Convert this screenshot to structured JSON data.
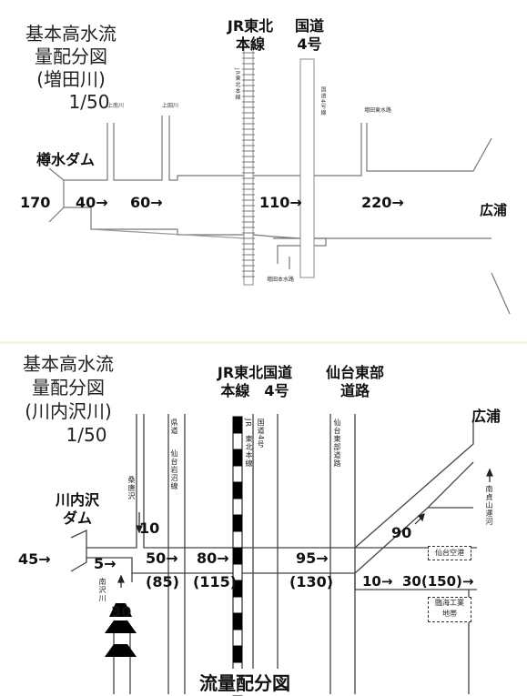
{
  "top": {
    "title": [
      "基本高水流",
      "量配分図",
      "(増田川)",
      "1/50"
    ],
    "dam": "樽水ダム",
    "railway": [
      "JR東北",
      "本線"
    ],
    "route": [
      "国道",
      "4号"
    ],
    "flows": [
      "170",
      "40→",
      "60→",
      "110→",
      "220→"
    ],
    "outlet": "広浦",
    "small_labels": [
      "上南川",
      "上田川",
      "増田東水路",
      "増田本水路"
    ],
    "rail_vertical": "JR東北本線",
    "route_vertical": "国道4号線"
  },
  "bottom": {
    "title": [
      "基本高水流",
      "量配分図",
      "(川内沢川)",
      "1/50"
    ],
    "dam": [
      "川内沢",
      "ダム"
    ],
    "railway_route": [
      "JR東北国道",
      "本線　4号"
    ],
    "highway": [
      "仙台東部",
      "道路"
    ],
    "outlet": "広浦",
    "flows": {
      "inflow": "45→",
      "f5": "5→",
      "f10": "10",
      "f50": "50→",
      "f85": "(85)",
      "f80": "80→",
      "f115": "(115)",
      "f95": "95→",
      "f130": "(130)",
      "f10b": "10→",
      "f30": "30(150)→",
      "f90": "90",
      "f30trib": "30"
    },
    "vertical_labels": {
      "kuwakarasawa": "桑唐沢",
      "prefroad": "県道",
      "sendai_iwanuma": "仙台岩沼線",
      "jr": "JR",
      "tohoku": "東北本線",
      "route4": "国道4号",
      "sendaitobu": "仙台東部道路",
      "minamisawa": "南沢川",
      "canal": "南貞山運河"
    },
    "boxes": {
      "airport": "仙台空港",
      "industrial": [
        "臨海工業",
        "地帯"
      ]
    },
    "caption": "流量配分図"
  }
}
